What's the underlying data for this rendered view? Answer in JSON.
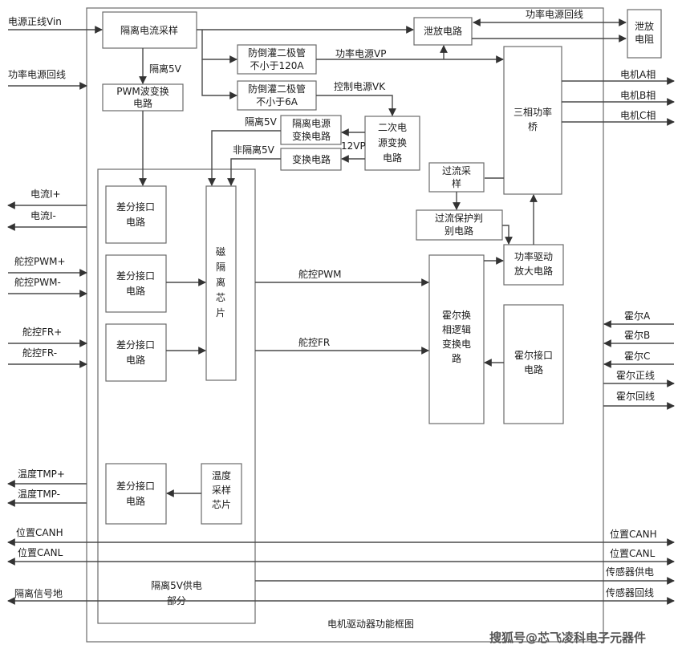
{
  "diagram": {
    "title": "电机驱动器功能框图",
    "watermark": "搜狐号@芯飞凌科电子元器件",
    "blocks": {
      "iso_sample": "隔离电流采样",
      "pwm_conv": [
        "PWM波变换",
        "电路"
      ],
      "diode_120": [
        "防倒灌二极管",
        "不小于120A"
      ],
      "diode_6": [
        "防倒灌二极管",
        "不小于6A"
      ],
      "iso_psu_conv": [
        "隔离电源",
        "变换电路"
      ],
      "conv": "变换电路",
      "secondary_psu": [
        "二次电",
        "源变换",
        "电路"
      ],
      "bleed_circuit": "泄放电路",
      "bleed_resistor": [
        "泄放",
        "电阻"
      ],
      "bridge": [
        "三相功率",
        "桥"
      ],
      "oc_sample": [
        "过流采",
        "样"
      ],
      "oc_protect": [
        "过流保护判",
        "别电路"
      ],
      "power_drive": [
        "功率驱动",
        "放大电路"
      ],
      "hall_logic": [
        "霍尔换",
        "相逻辑",
        "变换电",
        "路"
      ],
      "hall_if": [
        "霍尔接口",
        "电路"
      ],
      "diff_if": [
        "差分接口",
        "电路"
      ],
      "mag_iso": [
        "磁",
        "隔",
        "离",
        "芯",
        "片"
      ],
      "temp_chip": [
        "温度",
        "采样",
        "芯片"
      ],
      "iso5v_part": [
        "隔离5V供电",
        "部分"
      ]
    },
    "signals": {
      "vin": "电源正线Vin",
      "power_return_left": "功率电源回线",
      "power_return_top": "功率电源回线",
      "iso5v": "隔离5V",
      "vp": "功率电源VP",
      "vk": "控制电源VK",
      "iso5v_2": "隔离5V",
      "non_iso5v": "非隔离5V",
      "v12": "12VP",
      "motor_a": "电机A相",
      "motor_b": "电机B相",
      "motor_c": "电机C相",
      "cur_p": "电流I+",
      "cur_n": "电流I-",
      "pwm_p": "舵控PWM+",
      "pwm_n": "舵控PWM-",
      "fr_p": "舵控FR+",
      "fr_n": "舵控FR-",
      "pwm_mid": "舵控PWM",
      "fr_mid": "舵控FR",
      "hall_a": "霍尔A",
      "hall_b": "霍尔B",
      "hall_c": "霍尔C",
      "hall_pos": "霍尔正线",
      "hall_ret": "霍尔回线",
      "tmp_p": "温度TMP+",
      "tmp_n": "温度TMP-",
      "canh_l": "位置CANH",
      "canl_l": "位置CANL",
      "canh_r": "位置CANH",
      "canl_r": "位置CANL",
      "iso_gnd": "隔离信号地",
      "sensor_pwr": "传感器供电",
      "sensor_ret": "传感器回线"
    }
  }
}
